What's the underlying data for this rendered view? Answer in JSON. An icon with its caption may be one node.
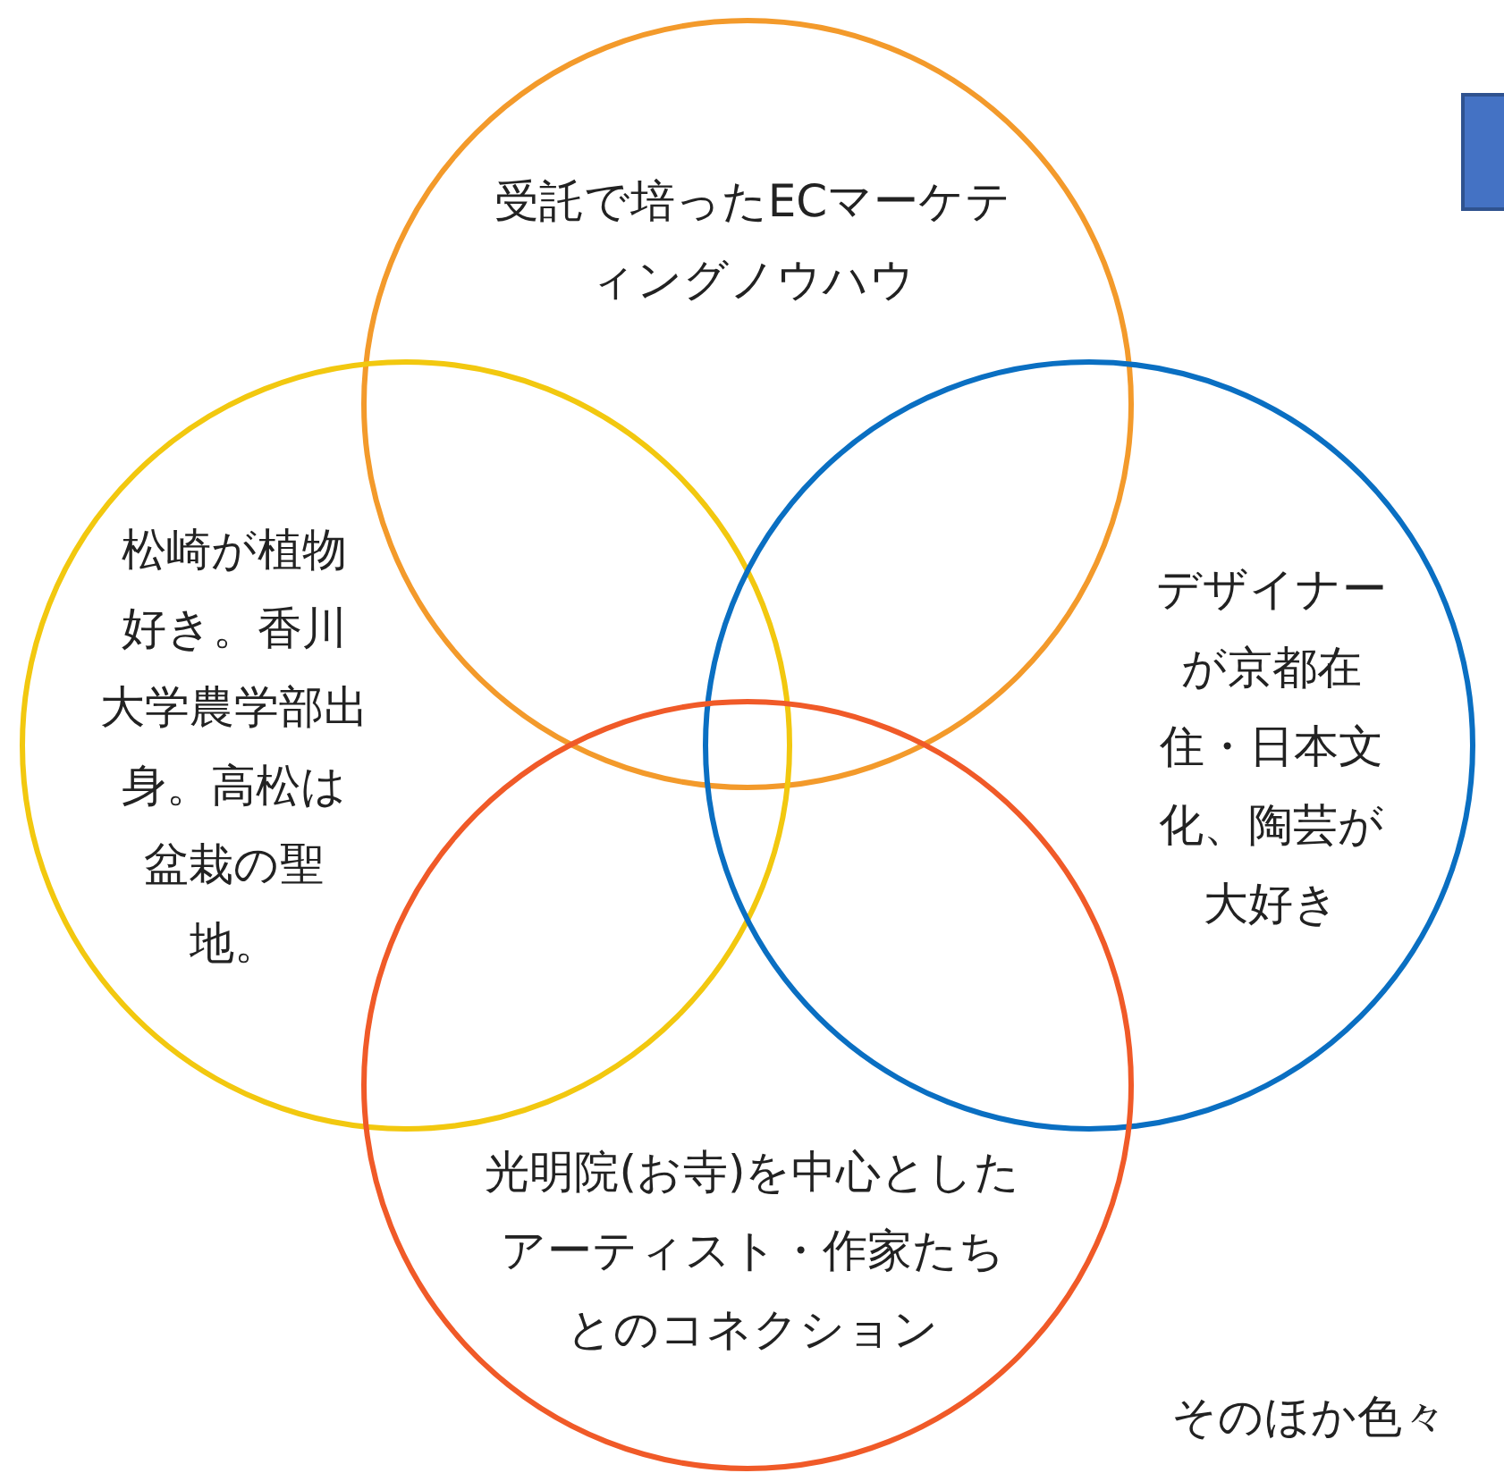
{
  "diagram": {
    "nodes": [
      {
        "text": [
          "受託で培ったECマーケティングノウハウ"
        ]
      },
      {
        "text": [
          "松崎が植物好き。香川大学農学部出身。高松は盆栽の聖地。"
        ]
      },
      {
        "text": [
          "デザイナーが京都在住・日本文化、陶芸が大好き"
        ]
      },
      {
        "text": [
          "光明院(お寺)を中心としたアーティスト・作家たちとのコネクション"
        ]
      }
    ],
    "labels": [
      "そのほか色々"
    ]
  }
}
